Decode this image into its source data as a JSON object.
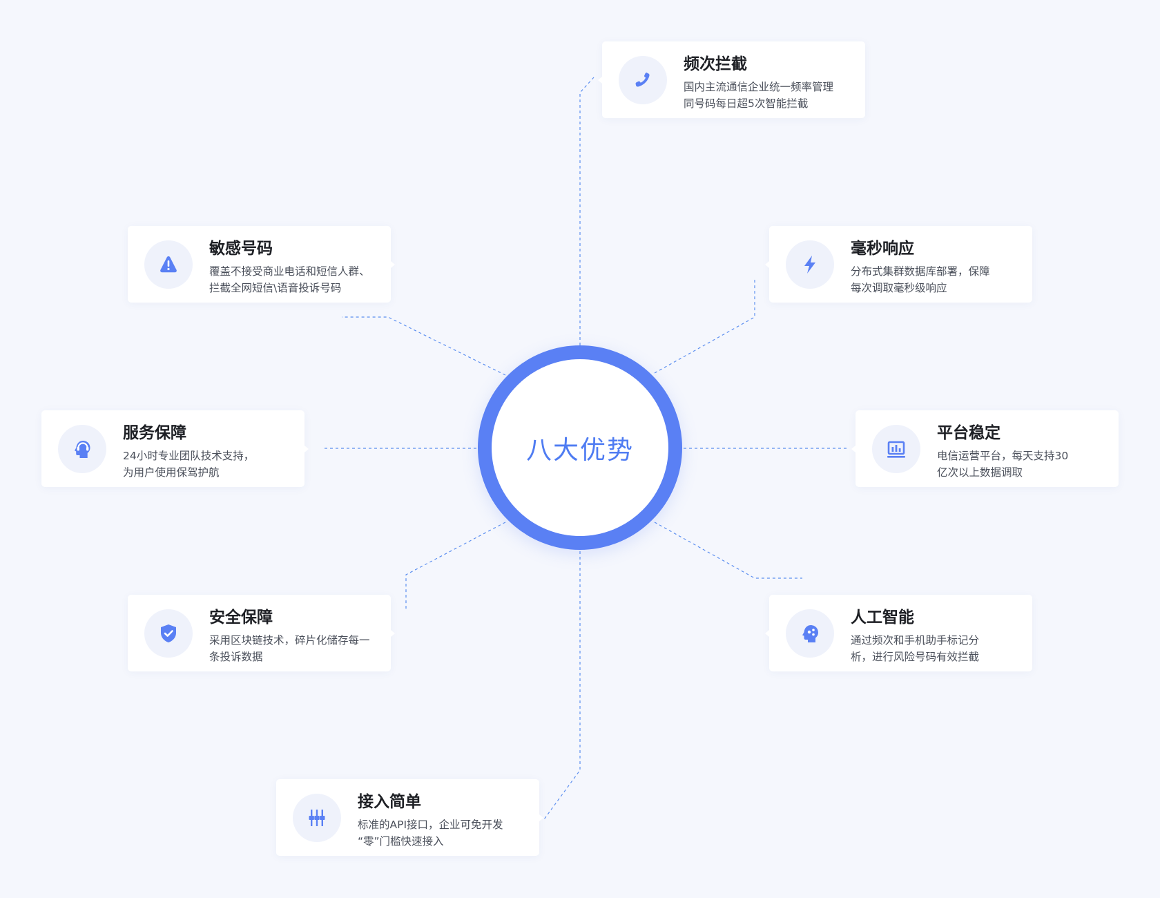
{
  "center": {
    "title": "八大优势"
  },
  "colors": {
    "accent": "#5a80f4",
    "background": "#f5f7fd",
    "card": "#ffffff"
  },
  "features": [
    {
      "id": "frequency",
      "title": "频次拦截",
      "icon": "phone-icon",
      "lines": [
        "国内主流通信企业统一频率管理",
        "同号码每日超5次智能拦截"
      ]
    },
    {
      "id": "millisecond",
      "title": "毫秒响应",
      "icon": "lightning-icon",
      "lines": [
        "分布式集群数据库部署，保障",
        "每次调取毫秒级响应"
      ]
    },
    {
      "id": "platform",
      "title": "平台稳定",
      "icon": "bar-chart-icon",
      "lines": [
        "电信运营平台，每天支持30",
        "亿次以上数据调取"
      ]
    },
    {
      "id": "ai",
      "title": "人工智能",
      "icon": "ai-head-icon",
      "lines": [
        "通过频次和手机助手标记分",
        "析，进行风险号码有效拦截"
      ]
    },
    {
      "id": "access",
      "title": "接入简单",
      "icon": "plug-icon",
      "lines": [
        "标准的API接口，企业可免开发",
        "“零”门槛快速接入"
      ]
    },
    {
      "id": "security",
      "title": "安全保障",
      "icon": "shield-check-icon",
      "lines": [
        "采用区块链技术，碎片化储存每一",
        "条投诉数据"
      ]
    },
    {
      "id": "service",
      "title": "服务保障",
      "icon": "headset-icon",
      "lines": [
        "24小时专业团队技术支持，",
        "为用户使用保驾护航"
      ]
    },
    {
      "id": "sensitive",
      "title": "敏感号码",
      "icon": "warning-icon",
      "lines": [
        "覆盖不接受商业电话和短信人群、",
        "拦截全网短信\\语音投诉号码"
      ]
    }
  ]
}
